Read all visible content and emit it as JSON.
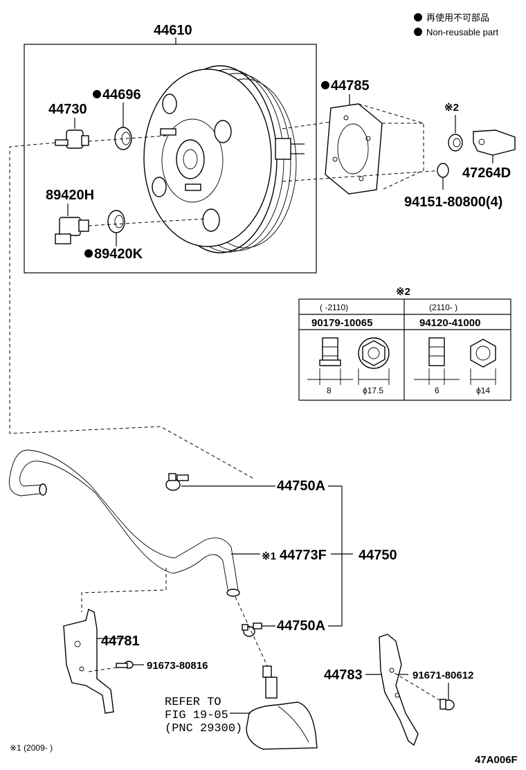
{
  "legend": {
    "cn": "再使用不可部品",
    "en": "Non-reusable part"
  },
  "parts": {
    "booster": "44610",
    "p44696": "44696",
    "p44730": "44730",
    "p44785": "44785",
    "p89420H": "89420H",
    "p89420K": "89420K",
    "note2_top": "※2",
    "p47264D": "47264D",
    "p94151": "94151-80800(4)",
    "p44750A_top": "44750A",
    "p44773F": "44773F",
    "p44773F_mark": "※1",
    "p44750": "44750",
    "p44750A_bot": "44750A",
    "p44781": "44781",
    "p91673": "91673-80816",
    "p44783": "44783",
    "p91671": "91671-80612"
  },
  "refer": {
    "line1": "REFER TO",
    "line2": "FIG 19-05",
    "line3": "(PNC 29300)"
  },
  "nut_table": {
    "title": "※2",
    "col1": {
      "period": "(    -2110)",
      "part": "90179-10065",
      "dim_w": "8",
      "dim_d": "ϕ17.5"
    },
    "col2": {
      "period": "(2110-    )",
      "part": "94120-41000",
      "dim_w": "6",
      "dim_d": "ϕ14"
    }
  },
  "footnote": "※1 (2009-     )",
  "figure_code": "47A006F"
}
